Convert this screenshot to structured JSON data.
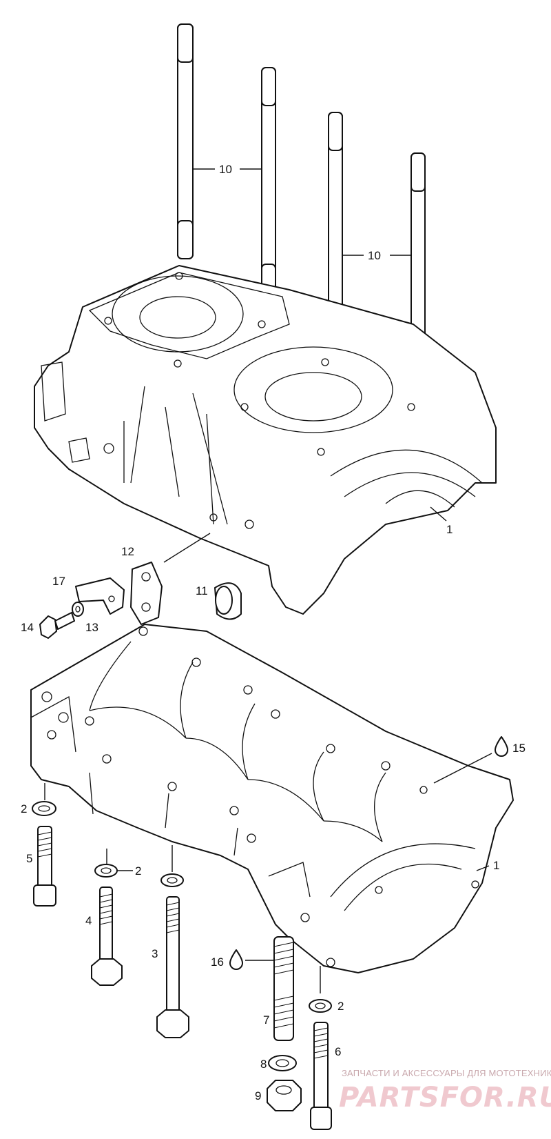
{
  "diagram": {
    "labels": {
      "studs_left": "10",
      "studs_right": "10",
      "crankcase_upper": "1",
      "crankcase_lower": "1",
      "washer_a": "2",
      "washer_b": "2",
      "washer_c": "2",
      "bolt_3": "3",
      "bolt_4": "4",
      "bolt_5": "5",
      "bolt_6": "6",
      "stud_7": "7",
      "washer_8": "8",
      "nut_9": "9",
      "plug_11": "11",
      "clamp_12": "12",
      "washer_13": "13",
      "screw_14": "14",
      "sealant_15": "15",
      "sealant_16": "16",
      "bracket_17": "17"
    },
    "watermark": {
      "tagline": "ЗАПЧАСТИ И АКСЕССУАРЫ ДЛЯ МОТОТЕХНИКИ",
      "brand": "PARTSFOR.RU"
    }
  }
}
